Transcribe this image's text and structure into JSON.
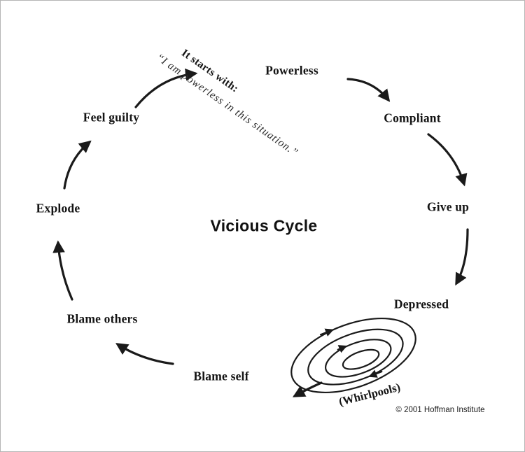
{
  "title": "Vicious Cycle",
  "start": {
    "line1": "It starts with:",
    "line2": "“I am powerless in this situation.”"
  },
  "stages": {
    "powerless": "Powerless",
    "compliant": "Compliant",
    "give_up": "Give up",
    "depressed": "Depressed",
    "blame_self": "Blame self",
    "blame_others": "Blame others",
    "explode": "Explode",
    "feel_guilty": "Feel guilty"
  },
  "whirlpools_label": "(Whirlpools)",
  "copyright": "© 2001 Hoffman Institute",
  "colors": {
    "ink": "#1a1a1a",
    "background": "#ffffff"
  }
}
